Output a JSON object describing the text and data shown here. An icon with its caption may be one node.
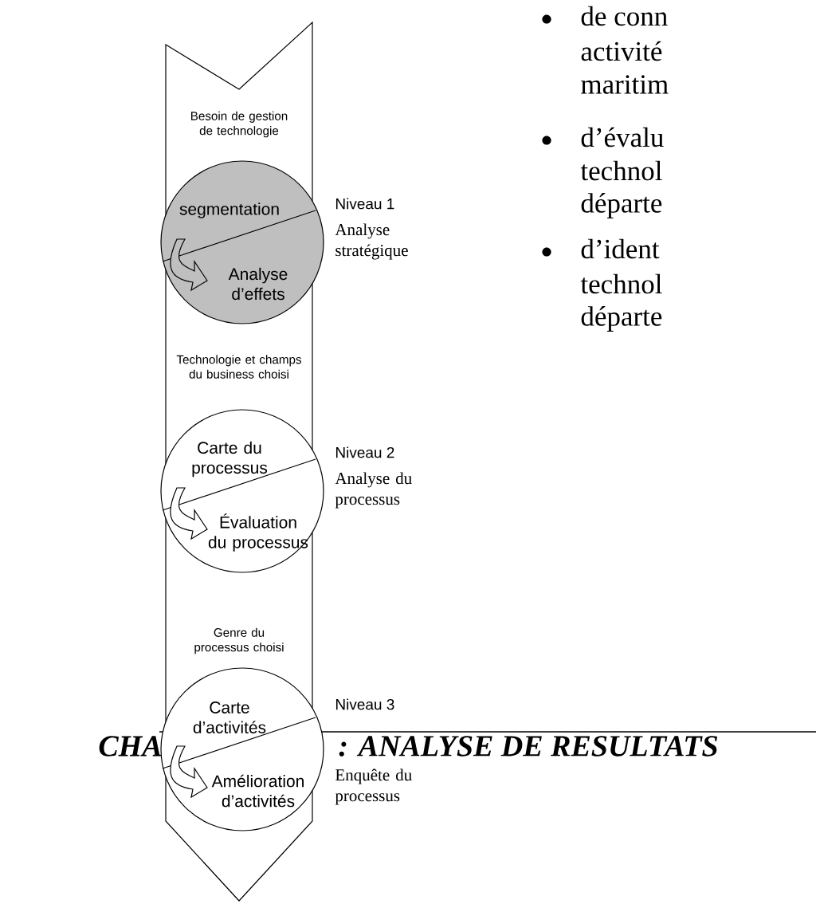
{
  "diagram": {
    "nodes": [
      {
        "text": [
          "Besoin de gestion de technologie",
          "Technologie et champs du business choisi",
          "Genre du processus choisi"
        ]
      },
      {
        "text": [
          "segmentation",
          "Analyse d’effets"
        ],
        "in": 0,
        "beside": [
          "Niveau 1",
          "Analyse stratégique"
        ]
      },
      {
        "text": [
          "Carte du processus",
          "Évaluation du processus"
        ],
        "in": 0,
        "beside": [
          "Niveau 2",
          "Analyse du processus"
        ]
      },
      {
        "text": [
          "Carte d’activités",
          "Amélioration d’activités"
        ],
        "in": 0,
        "beside": [
          "Niveau 3",
          "Enquête du processus"
        ]
      }
    ],
    "edges": [],
    "labels": [
      "de conn",
      "activité",
      "maritim",
      "d’évalu",
      "technol",
      "départe",
      "d’ident",
      "technol",
      "départe",
      "CHA",
      ": ANALYSE DE RESULTATS"
    ]
  }
}
